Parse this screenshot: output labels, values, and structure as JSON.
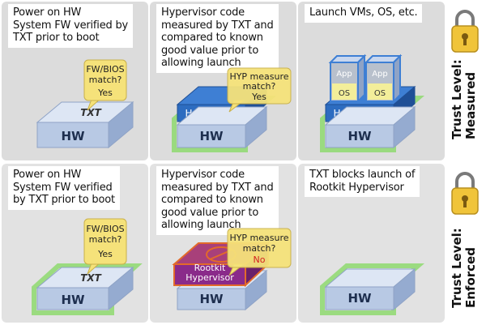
{
  "rows": [
    {
      "trust_label_line1": "Trust Level:",
      "trust_label_line2": "Measured",
      "panels": [
        {
          "caption": "Power on HW\nSystem FW verified by\nTXT prior to boot",
          "txt": "TXT",
          "hw": "HW",
          "bubble_line1": "FW/BIOS",
          "bubble_line2": "match?",
          "bubble_answer": "Yes"
        },
        {
          "caption": "Hypervisor code\nmeasured by TXT and\ncompared to known\ngood value prior to\nallowing launch",
          "hypervisor": "Hypervisor",
          "hw": "HW",
          "bubble_line1": "HYP measure",
          "bubble_line2": "match?",
          "bubble_answer": "Yes"
        },
        {
          "caption": "Launch VMs, OS, etc.",
          "hypervisor": "Hypervisor",
          "hw": "HW",
          "app": "App",
          "os": "OS"
        }
      ]
    },
    {
      "trust_label_line1": "Trust Level:",
      "trust_label_line2": "Enforced",
      "panels": [
        {
          "caption": "Power on HW\nSystem FW verified\nby TXT prior to boot",
          "txt": "TXT",
          "hw": "HW",
          "bubble_line1": "FW/BIOS",
          "bubble_line2": "match?",
          "bubble_answer": "Yes"
        },
        {
          "caption": "Hypervisor code\nmeasured by TXT and\ncompared to known\ngood value prior to\nallowing launch",
          "rootkit_line1": "Rootkit",
          "rootkit_line2": "Hypervisor",
          "hw": "HW",
          "bubble_line1": "HYP measure",
          "bubble_line2": "match?",
          "bubble_answer": "No"
        },
        {
          "caption": "TXT blocks launch of\nRootkit Hypervisor",
          "hw": "HW"
        }
      ]
    }
  ],
  "colors": {
    "panel_bg": "#dcdcdc",
    "hw_face": "#b8c9e4",
    "hypervisor": "#2d6cc0",
    "green_glow": "#7ed957",
    "bubble": "#f5e27a",
    "rootkit": "#8a2a8a",
    "no_text": "#d42020",
    "lock": "#f0c43a"
  }
}
